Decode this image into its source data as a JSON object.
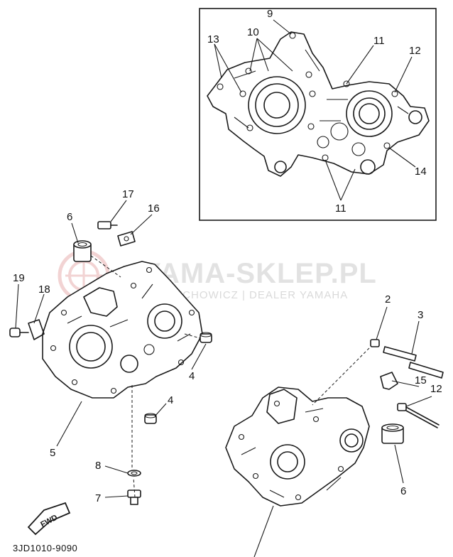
{
  "callouts": {
    "c1_inset_9": "9",
    "c1_inset_10": "10",
    "c1_inset_13": "13",
    "c1_inset_11_top": "11",
    "c1_inset_12": "12",
    "c1_inset_14": "14",
    "c1_inset_11_bottom": "11",
    "c17": "17",
    "c16": "16",
    "c6_left": "6",
    "c19": "19",
    "c18": "18",
    "c4_upper": "4",
    "c4_lower": "4",
    "c5": "5",
    "c8": "8",
    "c7": "7",
    "c2": "2",
    "c3": "3",
    "c15": "15",
    "c12_right": "12",
    "c6_right": "6"
  },
  "labels": {
    "fwd": "FWD",
    "part_number": "3JD1010-9090"
  },
  "watermark": {
    "main": "YAMA-SKLEP.PL",
    "sub": "SIECHOWICZ | DEALER YAMAHA"
  },
  "colors": {
    "line": "#1a1a1a",
    "watermark_red": "#e8b0b0",
    "watermark_gray": "#c8c8c8"
  }
}
